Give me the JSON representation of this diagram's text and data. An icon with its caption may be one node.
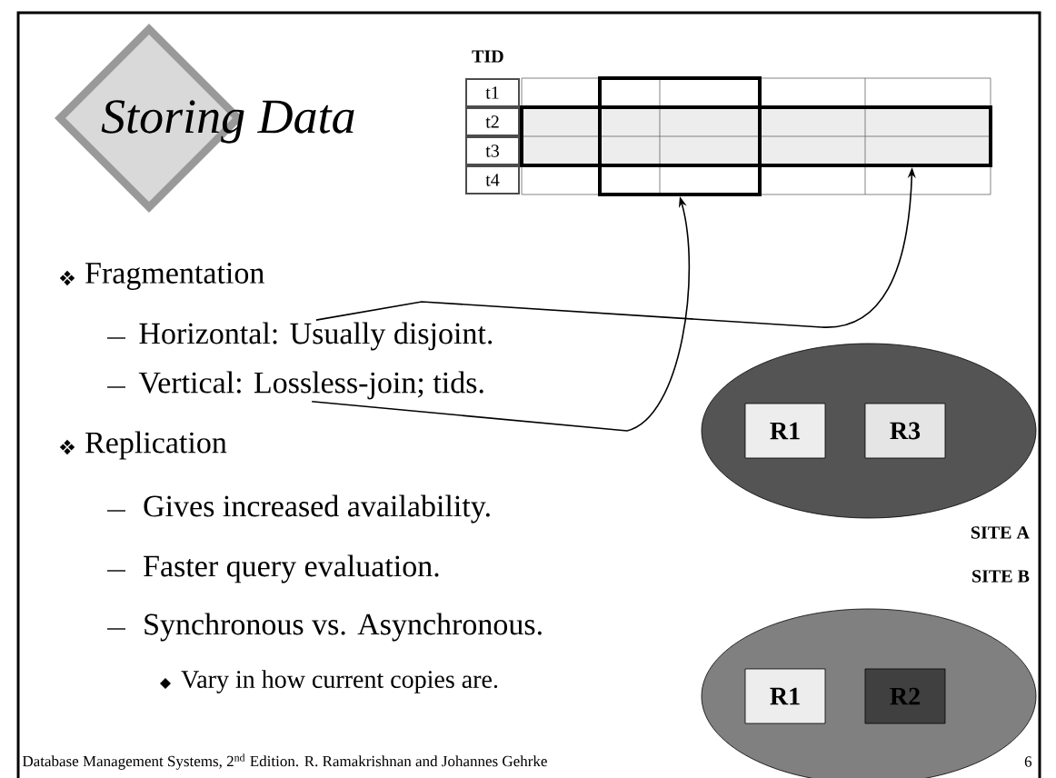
{
  "diagram": {
    "title": "Storing Data",
    "nodes": [
      {
        "text": [],
        "shape": "box"
      },
      {
        "text": [],
        "shape": "box"
      },
      {
        "text": [
          "Horizontal: Usually disjoint."
        ]
      },
      {
        "text": [
          "Vertical: Lossless-join; tids."
        ]
      },
      {
        "text": [
          "SITE A"
        ]
      },
      {
        "text": [
          "R1"
        ],
        "in": 4
      },
      {
        "text": [
          "R3"
        ],
        "in": 4
      },
      {
        "text": [
          "SITE B"
        ]
      },
      {
        "text": [
          "R1"
        ],
        "in": 7
      },
      {
        "text": [
          "R2"
        ],
        "in": 7
      }
    ],
    "edges": [
      {
        "from": 2,
        "to": 0,
        "arrow": "to"
      },
      {
        "from": 3,
        "to": 1,
        "arrow": "to"
      }
    ],
    "labels": [
      "TID",
      "t1",
      "t2",
      "t3",
      "t4",
      "Fragmentation",
      "Replication",
      "Gives increased availability.",
      "Faster query evaluation.",
      "Synchronous vs. Asynchronous.",
      "Vary in how current copies are.",
      "Database Management Systems, 2$^{nd}$ Edition. R. Ramakrishnan and Johannes Gehrke",
      "6"
    ]
  }
}
